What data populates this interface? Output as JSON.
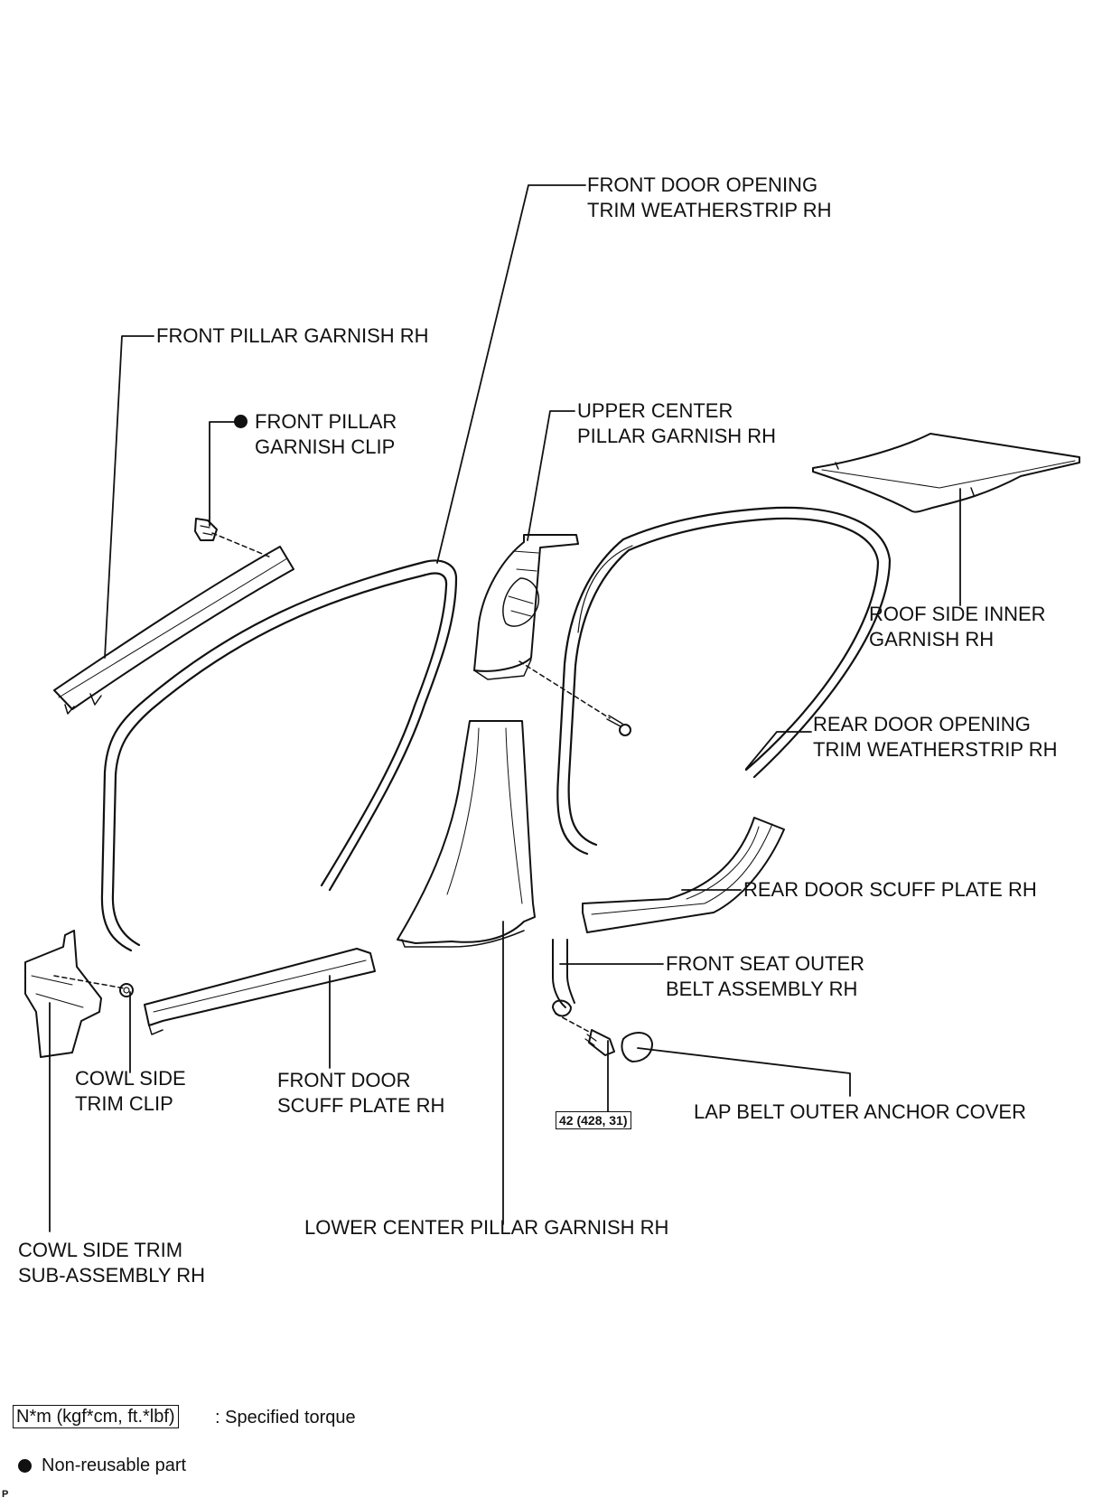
{
  "labels": {
    "front_door_opening_trim": [
      "FRONT DOOR OPENING",
      "TRIM WEATHERSTRIP RH"
    ],
    "front_pillar_garnish": [
      "FRONT PILLAR GARNISH RH"
    ],
    "front_pillar_garnish_clip": [
      "FRONT PILLAR",
      "GARNISH CLIP"
    ],
    "upper_center_pillar_garnish": [
      "UPPER CENTER",
      "PILLAR GARNISH RH"
    ],
    "roof_side_inner_garnish": [
      "ROOF SIDE INNER",
      "GARNISH RH"
    ],
    "rear_door_opening_trim": [
      "REAR DOOR OPENING",
      "TRIM WEATHERSTRIP RH"
    ],
    "rear_door_scuff_plate": [
      "REAR DOOR SCUFF PLATE RH"
    ],
    "front_seat_outer_belt": [
      "FRONT SEAT OUTER",
      "BELT ASSEMBLY RH"
    ],
    "cowl_side_trim_clip": [
      "COWL SIDE",
      "TRIM CLIP"
    ],
    "front_door_scuff_plate": [
      "FRONT DOOR",
      "SCUFF PLATE RH"
    ],
    "lap_belt_outer_anchor_cover": [
      "LAP BELT OUTER ANCHOR COVER"
    ],
    "lower_center_pillar_garnish": [
      "LOWER CENTER PILLAR GARNISH RH"
    ],
    "cowl_side_trim_sub_assembly": [
      "COWL SIDE TRIM",
      "SUB-ASSEMBLY RH"
    ]
  },
  "torque_value": "42 (428, 31)",
  "legend": {
    "torque_unit": "N*m (kgf*cm, ft.*lbf)",
    "torque_desc": ": Specified torque",
    "non_reusable": "Non-reusable part"
  },
  "corner_mark": "P"
}
